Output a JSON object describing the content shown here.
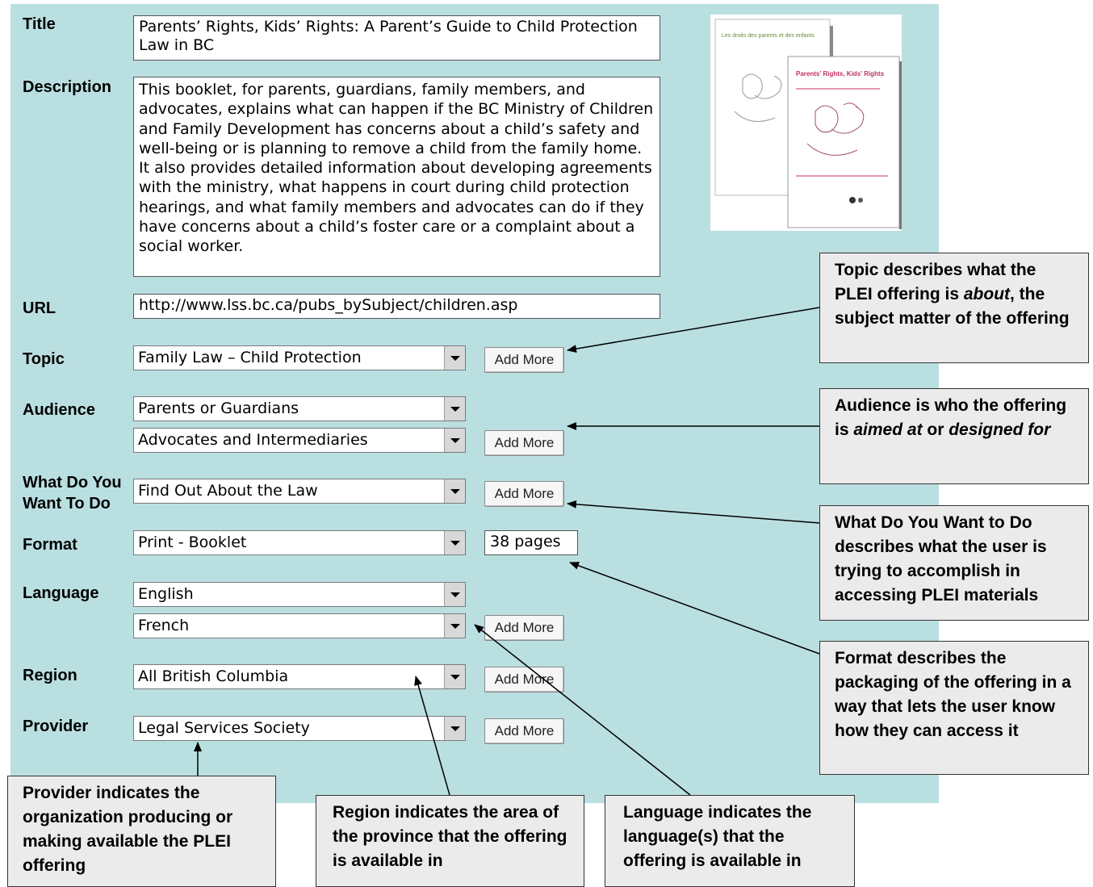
{
  "form": {
    "title": {
      "label": "Title",
      "value": "Parents’ Rights, Kids’ Rights: A Parent’s Guide to Child Protection Law in BC"
    },
    "description": {
      "label": "Description",
      "value": "This booklet, for parents, guardians, family members, and advocates, explains what can happen if the BC Ministry of Children and Family Development has concerns about a child’s safety and well-being or is planning to remove a child from the family home. It also provides detailed information about developing agreements with the ministry, what happens in court during child protection hearings, and what family members and advocates can do if they have concerns about a child’s foster care or a complaint about a social worker."
    },
    "url": {
      "label": "URL",
      "value": "http://www.lss.bc.ca/pubs_bySubject/children.asp"
    },
    "topic": {
      "label": "Topic",
      "value": "Family Law – Child Protection"
    },
    "audience": {
      "label": "Audience",
      "values": [
        "Parents or Guardians",
        "Advocates and Intermediaries"
      ]
    },
    "what_do": {
      "label_line1": "What Do You",
      "label_line2": "Want To Do",
      "value": "Find Out About the Law"
    },
    "format": {
      "label": "Format",
      "value": "Print - Booklet",
      "pages": "38 pages"
    },
    "language": {
      "label": "Language",
      "values": [
        "English",
        "French"
      ]
    },
    "region": {
      "label": "Region",
      "value": "All British Columbia"
    },
    "provider": {
      "label": "Provider",
      "value": "Legal Services Society"
    },
    "add_more_label": "Add More"
  },
  "callouts": {
    "topic": {
      "pre": "Topic describes what the PLEI offering is ",
      "em": "about",
      "post": ", the subject matter of the offering"
    },
    "audience": {
      "pre": "Audience is who the offering is ",
      "em1": "aimed at",
      "mid": " or ",
      "em2": "designed for"
    },
    "what_do": "What Do You Want to Do describes what the user is trying to accomplish in accessing PLEI materials",
    "format": "Format describes the packaging of the offering in a way that lets the user know how they can access it",
    "provider": "Provider indicates the organization producing or making available the PLEI offering",
    "region": "Region indicates the area of the province that the offering is available in",
    "language": "Language indicates the language(s) that the offering is available in"
  },
  "thumbnail": {
    "back_cover_title": "Les droits des parents et des enfants",
    "front_cover_title": "Parents' Rights, Kids' Rights"
  },
  "colors": {
    "panel": "#badfe1",
    "callout_bg": "#ebebeb",
    "cover_title": "#c0305a"
  }
}
